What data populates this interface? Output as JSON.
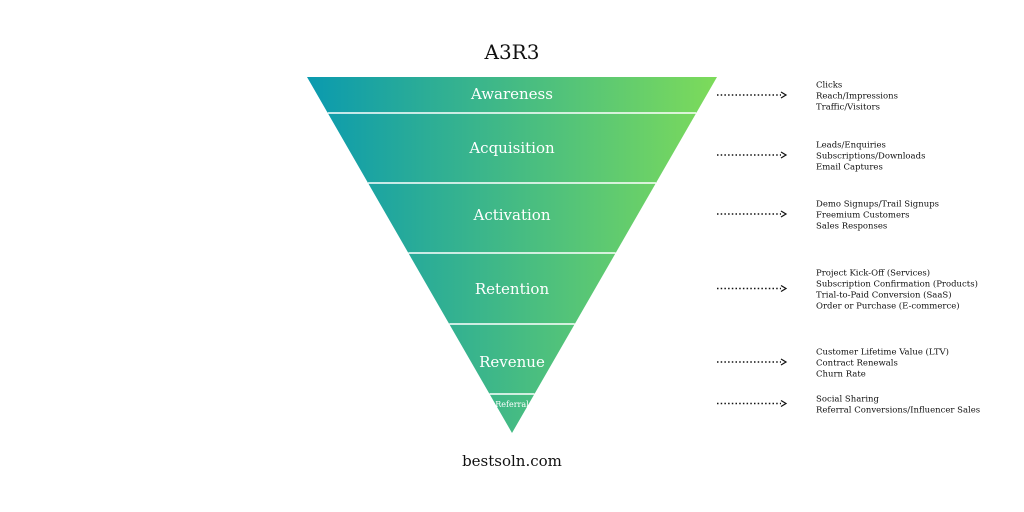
{
  "title": "A3R3",
  "footer": "bestsoln.com",
  "colors": {
    "gradient_start": "#0a9aaf",
    "gradient_end": "#7ddb5a",
    "divider": "#ffffff",
    "arrow": "#111111"
  },
  "stages": [
    {
      "label": "Awareness",
      "metrics": [
        "Clicks",
        "Reach/Impressions",
        "Traffic/Visitors"
      ]
    },
    {
      "label": "Acquisition",
      "metrics": [
        "Leads/Enquiries",
        "Subscriptions/Downloads",
        "Email Captures"
      ]
    },
    {
      "label": "Activation",
      "metrics": [
        "Demo Signups/Trail Signups",
        "Freemium Customers",
        "Sales Responses"
      ]
    },
    {
      "label": "Retention",
      "metrics": [
        "Project Kick-Off (Services)",
        "Subscription Confirmation (Products)",
        "Trial-to-Paid Conversion (SaaS)",
        "Order or Purchase (E-commerce)"
      ]
    },
    {
      "label": "Revenue",
      "metrics": [
        "Customer Lifetime Value (LTV)",
        "Contract Renewals",
        "Churn Rate"
      ]
    },
    {
      "label": "Referral",
      "metrics": [
        "Social Sharing",
        "Referral Conversions/Influencer Sales"
      ]
    }
  ]
}
